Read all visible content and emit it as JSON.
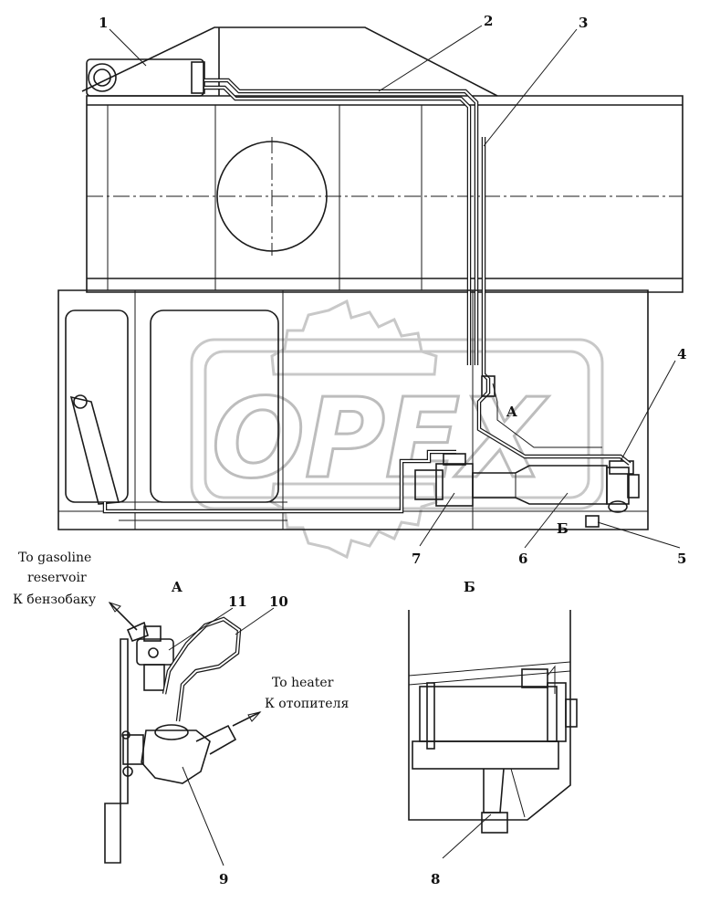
{
  "diagram": {
    "callouts": [
      "1",
      "2",
      "3",
      "4",
      "5",
      "6",
      "7",
      "8",
      "9",
      "10",
      "11"
    ],
    "view_markers": {
      "a": "A",
      "b": "Б"
    },
    "view_titles": {
      "a": "A",
      "b": "Б"
    },
    "captions": {
      "gasoline_en_1": "To gasoline",
      "gasoline_en_2": "reservoir",
      "gasoline_ru": "К бензобаку",
      "heater_en": "To heater",
      "heater_ru": "К отопителя"
    },
    "watermark": {
      "text": "OPEX",
      "color": "#bdbdbd"
    }
  }
}
